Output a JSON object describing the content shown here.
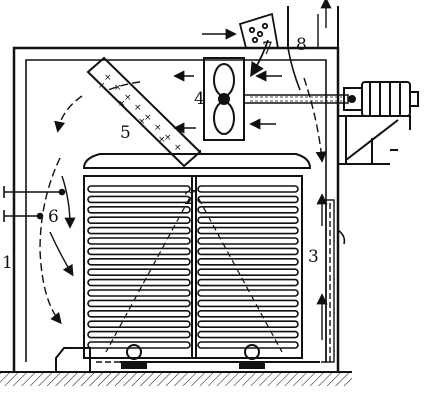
{
  "diagram": {
    "callouts": {
      "n1": "1",
      "n2": "2",
      "n3": "3",
      "n4": "4",
      "n5": "5",
      "n6": "6",
      "n7": "7",
      "n8": "8"
    }
  },
  "style": {
    "ink": "#111111",
    "paper": "#ffffff"
  }
}
